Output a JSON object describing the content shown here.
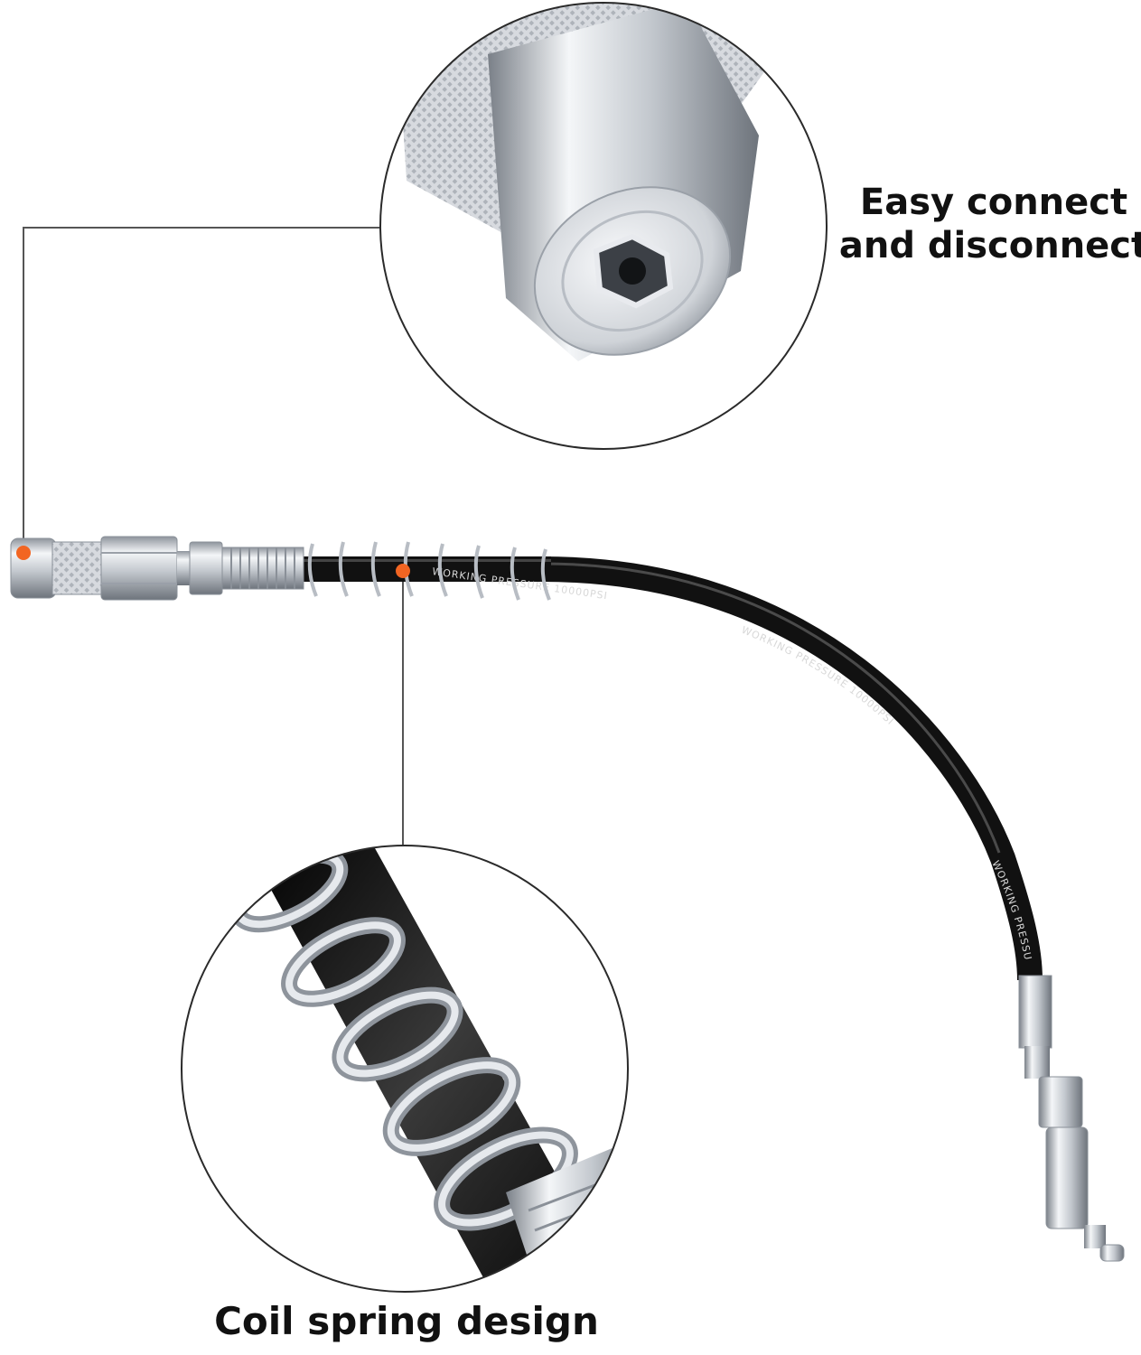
{
  "captions": {
    "top_line1": "Easy connect",
    "top_line2": "and disconnect",
    "bottom": "Coil spring design"
  },
  "hose_print": {
    "segment1": "WORKING  PRESSURE  10000PSI",
    "segment2": "WORKING  PRESSURE  10000PSI",
    "segment3": "WORKING  PRESSU"
  },
  "colors": {
    "marker": "#f26522",
    "callout_line": "#555555",
    "hose": "#111111",
    "metal": "#c8ccd2"
  },
  "icons": {
    "callout_dot": "orange-dot-icon"
  }
}
